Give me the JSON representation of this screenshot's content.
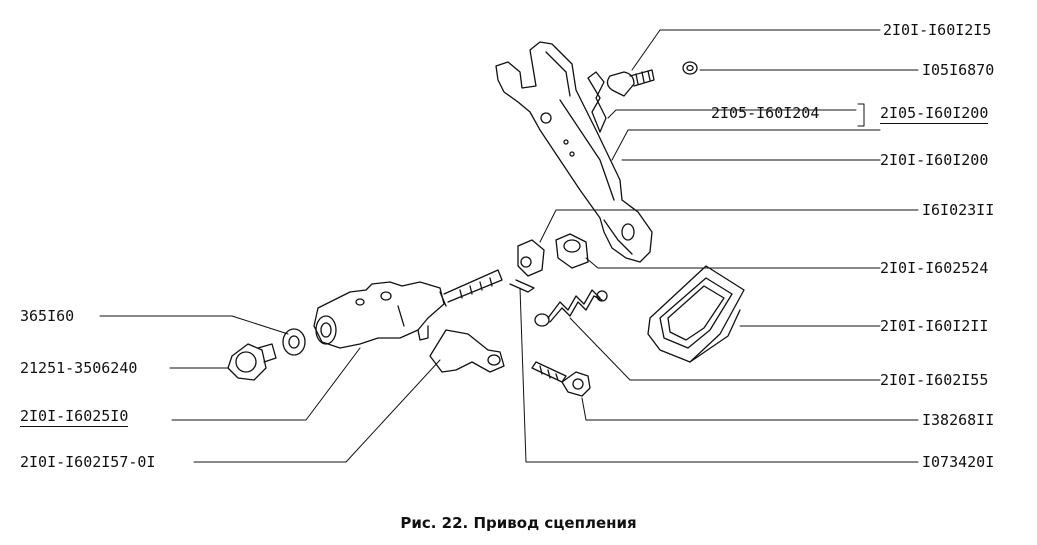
{
  "caption": "Рис. 22. Привод сцепления",
  "labels": {
    "l1": "2I0I-I60I2I5",
    "l2": "I05I6870",
    "l3": "2I05-I60I204",
    "l4": "2I05-I60I200",
    "l5": "2I0I-I60I200",
    "l6": "I6I023II",
    "l7": "2I0I-I602524",
    "l8": "2I0I-I60I2II",
    "l9": "2I0I-I602I55",
    "l10": "I38268II",
    "l11": "I073420I",
    "l12": "365I60",
    "l13": "21251-3506240",
    "l14": "2I0I-I6025I0",
    "l15": "2I0I-I602I57-0I"
  }
}
